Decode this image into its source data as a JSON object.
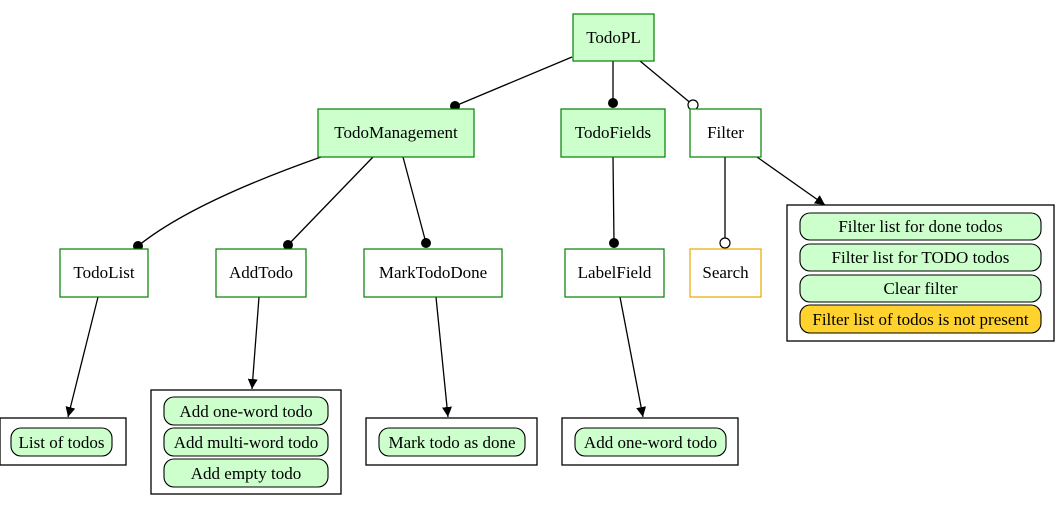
{
  "colors": {
    "mandatory_fill": "#ccffcc",
    "feature_border": "#008000",
    "optional_border": "#e8a800",
    "missing_fill": "#ffd22e",
    "scenario_fill": "#ccffcc"
  },
  "features": {
    "root": "TodoPL",
    "todo_management": "TodoManagement",
    "todo_fields": "TodoFields",
    "filter": "Filter",
    "todo_list": "TodoList",
    "add_todo": "AddTodo",
    "mark_todo_done": "MarkTodoDone",
    "label_field": "LabelField",
    "search": "Search"
  },
  "scenarios": {
    "todo_list": [
      "List of todos"
    ],
    "add_todo": [
      "Add one-word todo",
      "Add multi-word todo",
      "Add empty todo"
    ],
    "mark_todo_done": [
      "Mark todo as done"
    ],
    "label_field": [
      "Add one-word todo"
    ],
    "filter": [
      "Filter list for done todos",
      "Filter list for TODO todos",
      "Clear filter",
      "Filter list of todos is not present"
    ]
  }
}
